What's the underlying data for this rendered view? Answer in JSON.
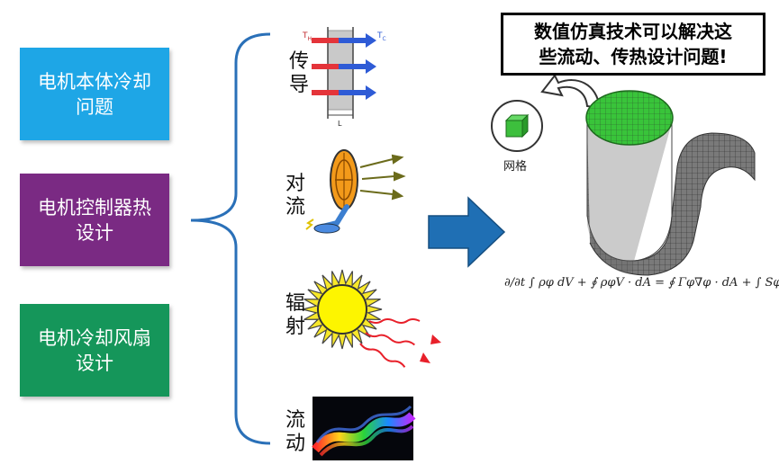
{
  "boxes": [
    {
      "label": "电机本体冷却\n问题",
      "color": "#1ea6e6"
    },
    {
      "label": "电机控制器热\n设计",
      "color": "#7a2a83"
    },
    {
      "label": "电机冷却风扇\n设计",
      "color": "#15965a"
    }
  ],
  "modes": [
    {
      "label": "传\n导"
    },
    {
      "label": "对\n流"
    },
    {
      "label": "辐\n射"
    },
    {
      "label": "流\n动"
    }
  ],
  "conduction_labels": {
    "th": "T",
    "th_sub": "H",
    "tc": "T",
    "tc_sub": "C",
    "length": "L"
  },
  "callout_text": "数值仿真技术可以解决这\n些流动、传热设计问题!",
  "mesh_label": "网格",
  "equation": "∂/∂t ∫ ρφ dV + ∮ ρφV · dA = ∮ Γφ∇φ · dA + ∫ Sφ dV",
  "colors": {
    "arrow_blue": "#1f6fb4",
    "mesh_green": "#39c43a",
    "tube_gray": "#777777"
  }
}
